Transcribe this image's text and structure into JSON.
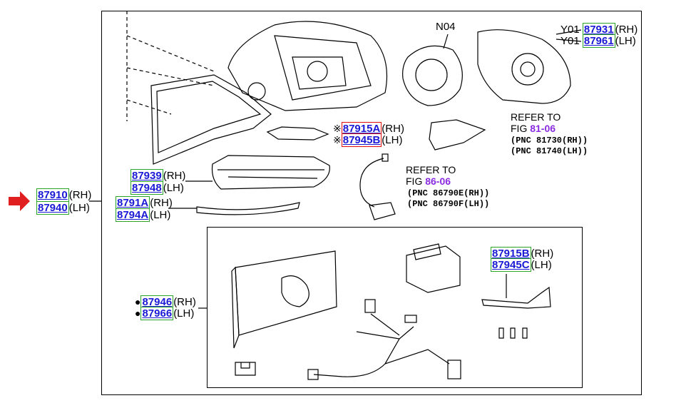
{
  "parts": {
    "mirror_assy_rh": "87910",
    "mirror_assy_lh": "87940",
    "cover_rh": "87939",
    "cover_lh": "87948",
    "garnish_rh": "8791A",
    "garnish_lh": "8794A",
    "inner_cover_rh": "87915A",
    "inner_cover_lh": "87945B",
    "outer_rh": "87931",
    "outer_lh": "87961",
    "base_rh": "87915B",
    "base_lh": "87945C",
    "sub_assy_rh": "87946",
    "sub_assy_lh": "87966"
  },
  "sides": {
    "rh": "(RH)",
    "lh": "(LH)"
  },
  "codes": {
    "n04": "N04",
    "y01": "Y01"
  },
  "marks": {
    "asterisk": "※",
    "bullet": "●"
  },
  "refs": {
    "r1_line1": "REFER TO",
    "r1_fig_prefix": "FIG ",
    "r1_fig": "81-06",
    "r1_pnc_rh": "(PNC 81730(RH))",
    "r1_pnc_lh": "(PNC 81740(LH))",
    "r2_line1": "REFER TO",
    "r2_fig_prefix": "FIG ",
    "r2_fig": "86-06",
    "r2_pnc_rh": "(PNC 86790E(RH))",
    "r2_pnc_lh": "(PNC 86790F(LH))"
  },
  "colors": {
    "arrow": "#e02020",
    "part_link": "#1a1ad6",
    "fig_link": "#8a2be2",
    "box_normal": "#2aa52a",
    "box_highlight": "#e01010"
  },
  "icons": [
    "red-arrow-icon"
  ]
}
